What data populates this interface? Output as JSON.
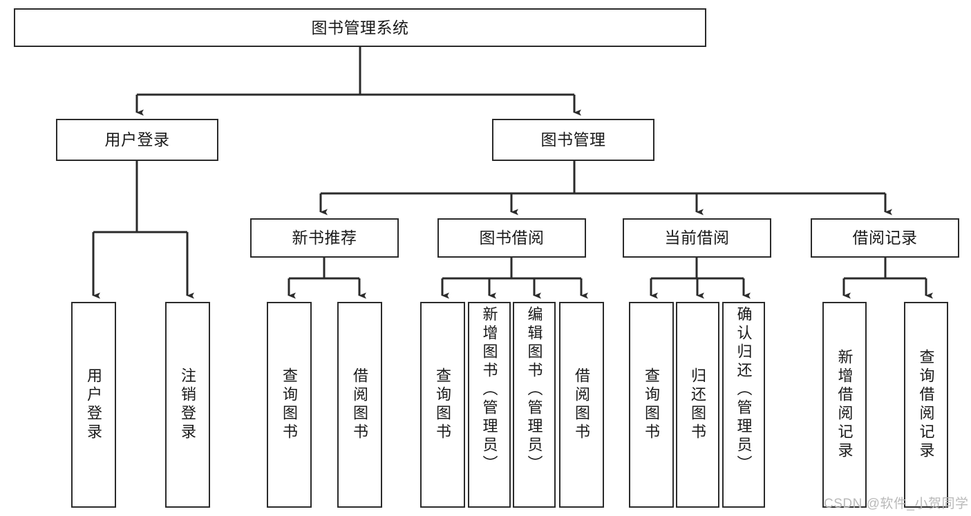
{
  "diagram": {
    "type": "tree-hierarchy",
    "root": {
      "id": "root",
      "label": "图书管理系统"
    },
    "level2": [
      {
        "id": "user-login",
        "label": "用户登录"
      },
      {
        "id": "book-management",
        "label": "图书管理"
      }
    ],
    "level3": [
      {
        "id": "new-book-recommend",
        "label": "新书推荐",
        "parent": "book-management"
      },
      {
        "id": "book-borrow",
        "label": "图书借阅",
        "parent": "book-management"
      },
      {
        "id": "current-borrow",
        "label": "当前借阅",
        "parent": "book-management"
      },
      {
        "id": "borrow-record",
        "label": "借阅记录",
        "parent": "book-management"
      }
    ],
    "leaves": {
      "user_login": [
        {
          "id": "leaf-user-login",
          "label": "用户登录"
        },
        {
          "id": "leaf-logout-login",
          "label": "注销登录"
        }
      ],
      "new_book_recommend": [
        {
          "id": "leaf-query-book-1",
          "label": "查询图书"
        },
        {
          "id": "leaf-borrow-book-1",
          "label": "借阅图书"
        }
      ],
      "book_borrow": [
        {
          "id": "leaf-query-book-2",
          "label": "查询图书"
        },
        {
          "id": "leaf-add-book",
          "label": "新增图书（管理员）"
        },
        {
          "id": "leaf-edit-book",
          "label": "编辑图书（管理员）"
        },
        {
          "id": "leaf-borrow-book-2",
          "label": "借阅图书"
        }
      ],
      "current_borrow": [
        {
          "id": "leaf-query-book-3",
          "label": "查询图书"
        },
        {
          "id": "leaf-return-book",
          "label": "归还图书"
        },
        {
          "id": "leaf-confirm-return",
          "label": "确认归还（管理员）"
        }
      ],
      "borrow_record": [
        {
          "id": "leaf-add-record",
          "label": "新增借阅记录"
        },
        {
          "id": "leaf-query-record",
          "label": "查询借阅记录"
        }
      ]
    }
  },
  "watermark": {
    "text": "CSDN @软件_小贺同学"
  },
  "colors": {
    "stroke": "#2b2b2b",
    "fill": "#ffffff",
    "text": "#1a1a1a",
    "watermark": "#b9b9b9"
  }
}
